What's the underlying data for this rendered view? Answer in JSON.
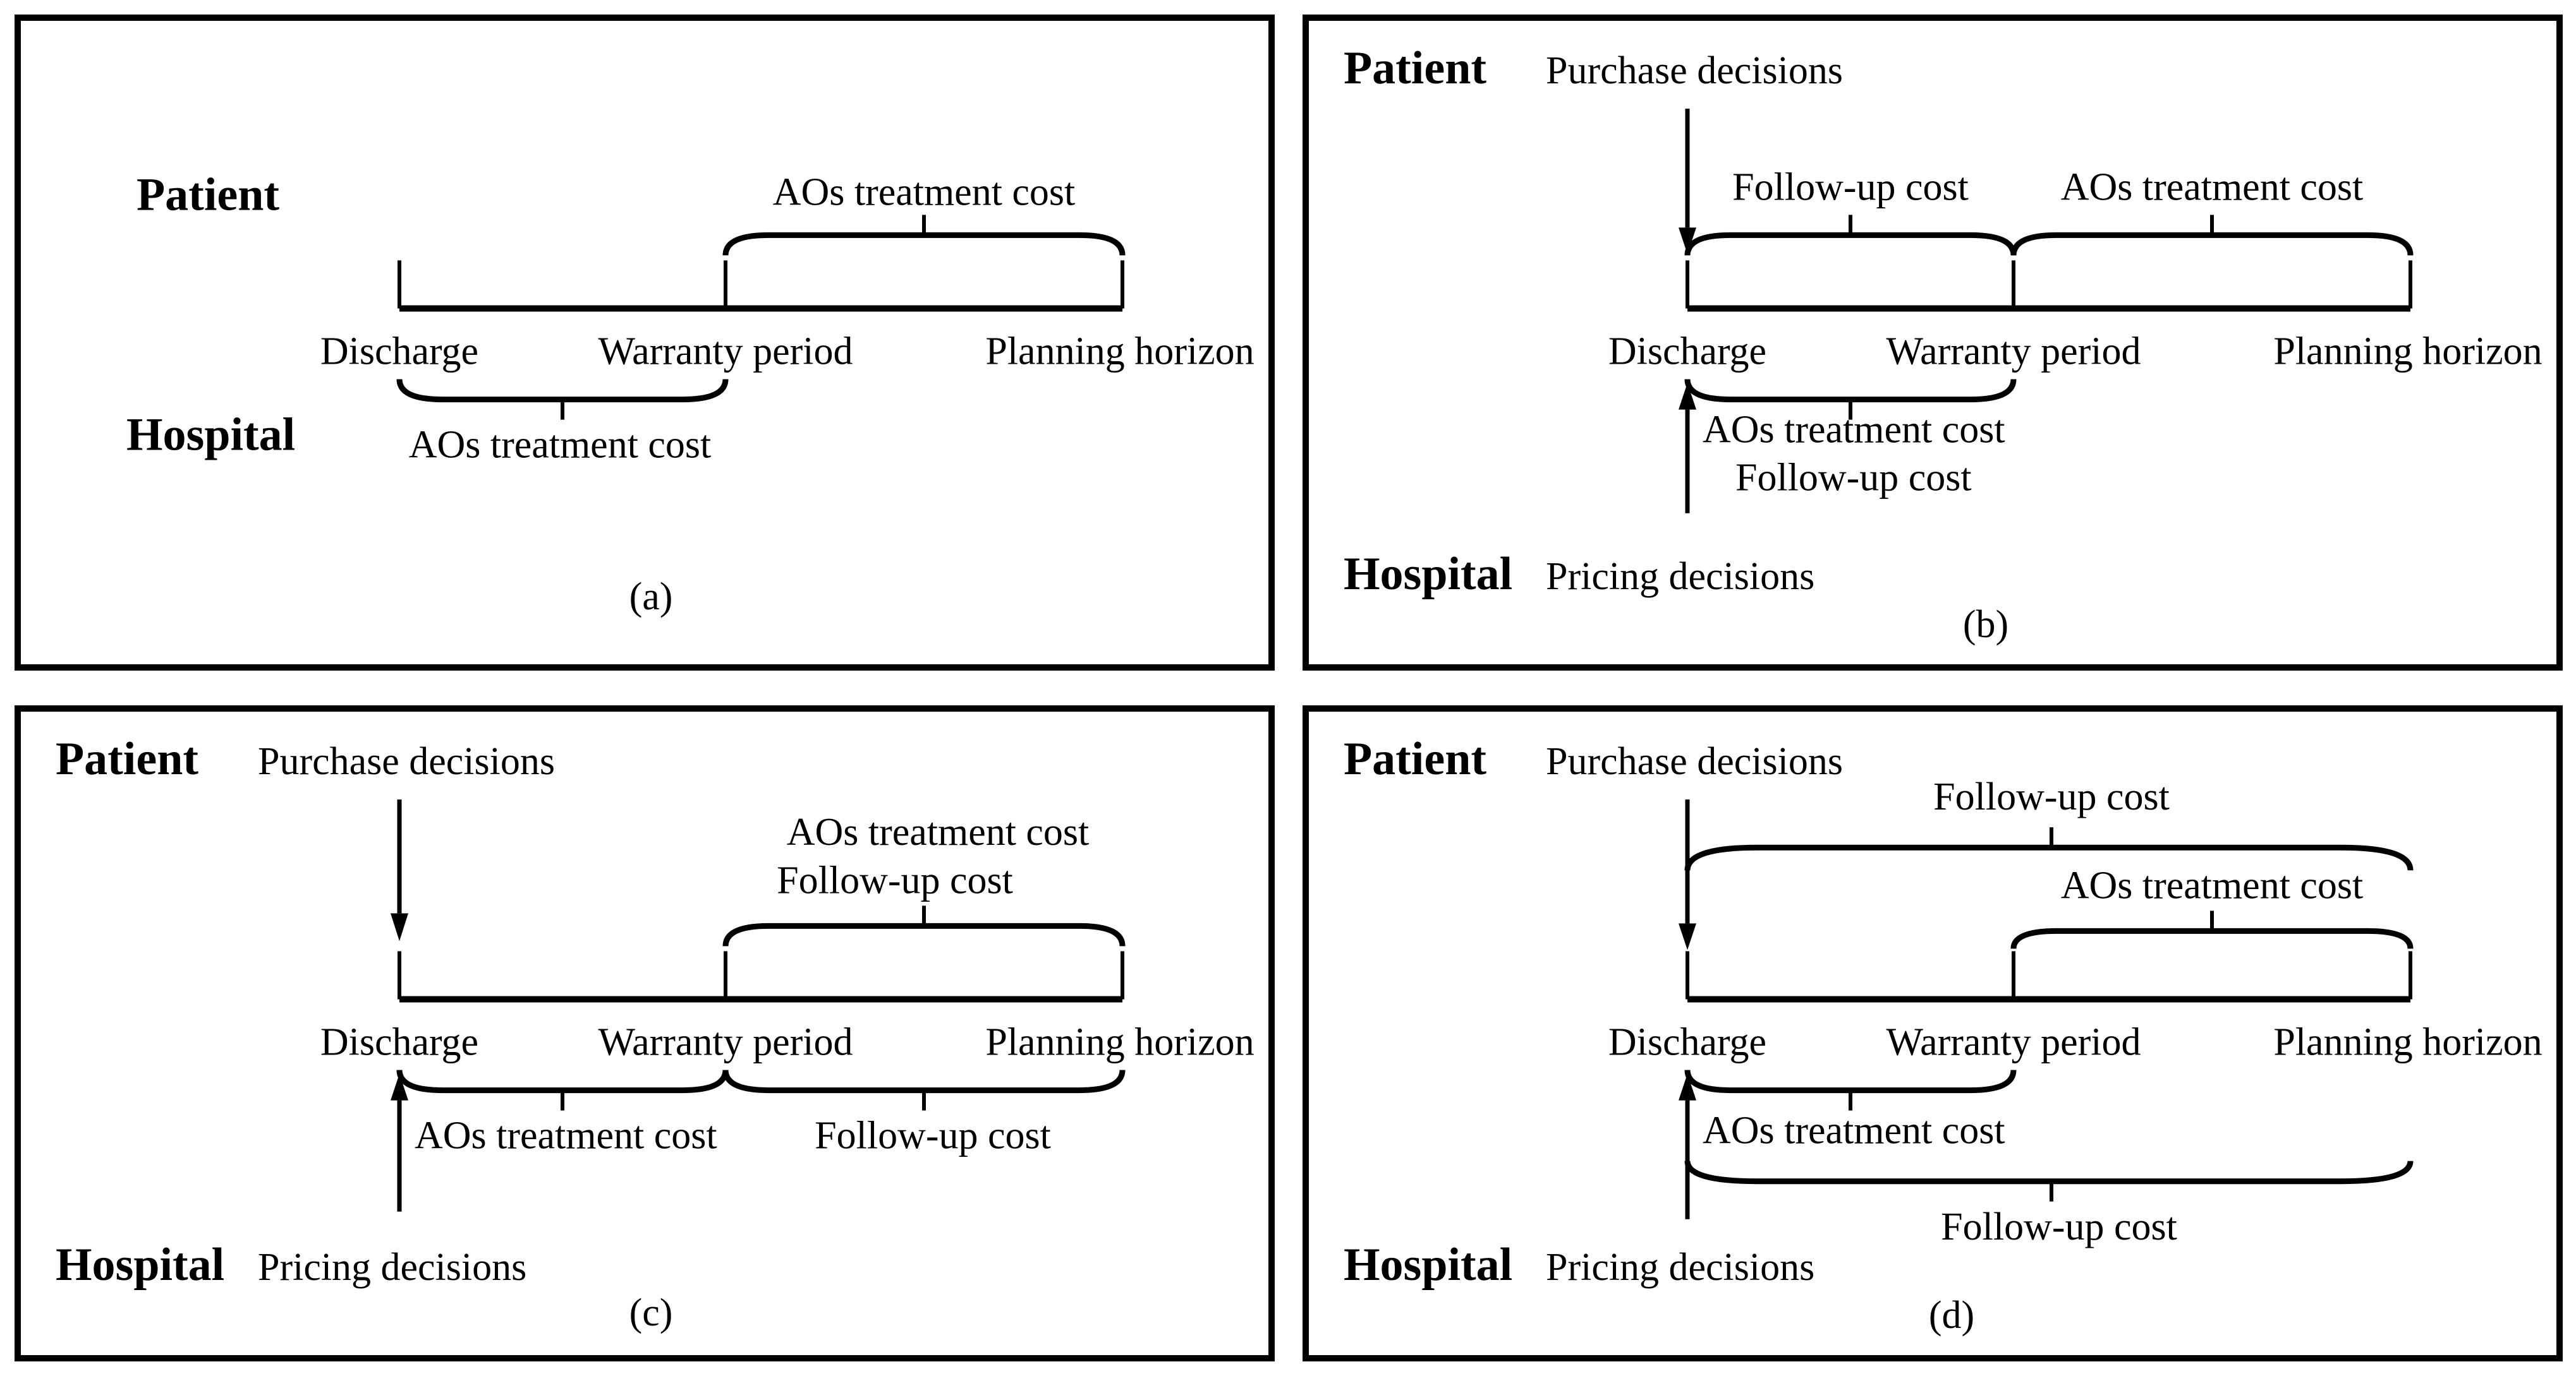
{
  "colors": {
    "ink": "#000000",
    "background": "#ffffff"
  },
  "figure": {
    "panels": [
      {
        "id": "a",
        "caption": "(a)",
        "patient_label": "Patient",
        "hospital_label": "Hospital",
        "timeline": {
          "discharge": "Discharge",
          "warranty": "Warranty period",
          "planning": "Planning horizon"
        },
        "patient_costs": {
          "aos": "AOs treatment cost"
        },
        "hospital_costs": {
          "aos": "AOs treatment cost"
        }
      },
      {
        "id": "b",
        "caption": "(b)",
        "patient_label": "Patient",
        "hospital_label": "Hospital",
        "purchase_label": "Purchase decisions",
        "pricing_label": "Pricing decisions",
        "timeline": {
          "discharge": "Discharge",
          "warranty": "Warranty period",
          "planning": "Planning horizon"
        },
        "patient_costs": {
          "followup": "Follow-up cost",
          "aos": "AOs treatment cost"
        },
        "hospital_costs": {
          "aos": "AOs treatment cost",
          "followup": "Follow-up cost"
        }
      },
      {
        "id": "c",
        "caption": "(c)",
        "patient_label": "Patient",
        "hospital_label": "Hospital",
        "purchase_label": "Purchase decisions",
        "pricing_label": "Pricing decisions",
        "timeline": {
          "discharge": "Discharge",
          "warranty": "Warranty period",
          "planning": "Planning horizon"
        },
        "patient_costs": {
          "aos": "AOs treatment cost",
          "followup": "Follow-up cost"
        },
        "hospital_costs": {
          "aos": "AOs treatment cost",
          "followup": "Follow-up cost"
        }
      },
      {
        "id": "d",
        "caption": "(d)",
        "patient_label": "Patient",
        "hospital_label": "Hospital",
        "purchase_label": "Purchase decisions",
        "pricing_label": "Pricing decisions",
        "timeline": {
          "discharge": "Discharge",
          "warranty": "Warranty period",
          "planning": "Planning horizon"
        },
        "patient_costs": {
          "followup": "Follow-up cost",
          "aos": "AOs treatment cost"
        },
        "hospital_costs": {
          "aos": "AOs treatment cost",
          "followup": "Follow-up cost"
        }
      }
    ]
  }
}
